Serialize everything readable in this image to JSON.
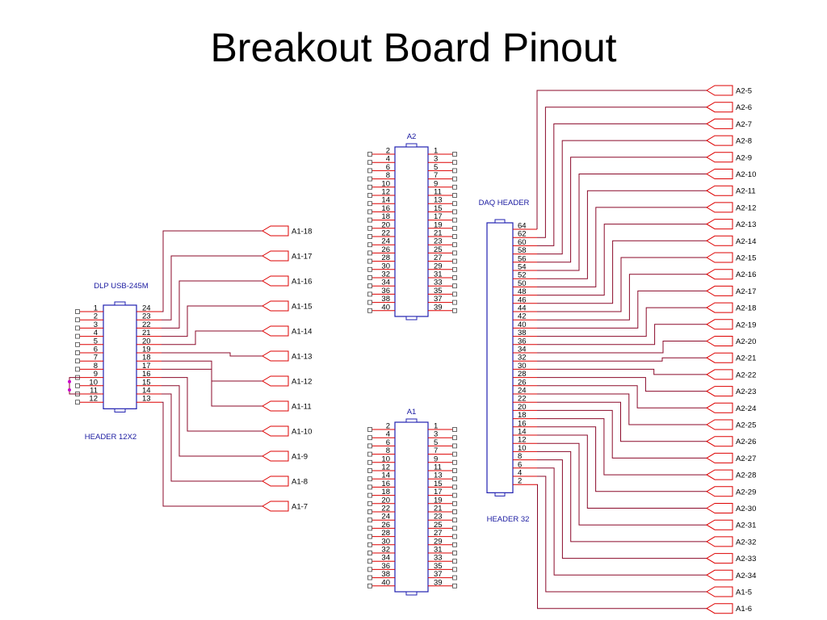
{
  "title": "Breakout Board Pinout",
  "colors": {
    "wire": "#8b0a2a",
    "pin": "#dd0000",
    "body": "#2020b0",
    "text": "#000000",
    "junction": "#cc00cc"
  },
  "header_a2": {
    "name": "A2",
    "left_pins": [
      "2",
      "4",
      "6",
      "8",
      "10",
      "12",
      "14",
      "16",
      "18",
      "20",
      "22",
      "24",
      "26",
      "28",
      "30",
      "32",
      "34",
      "36",
      "38",
      "40"
    ],
    "right_pins": [
      "1",
      "3",
      "5",
      "7",
      "9",
      "11",
      "13",
      "15",
      "17",
      "19",
      "21",
      "23",
      "25",
      "27",
      "29",
      "31",
      "33",
      "35",
      "37",
      "39"
    ]
  },
  "header_a1": {
    "name": "A1",
    "left_pins": [
      "2",
      "4",
      "6",
      "8",
      "10",
      "12",
      "14",
      "16",
      "18",
      "20",
      "22",
      "24",
      "26",
      "28",
      "30",
      "32",
      "34",
      "36",
      "38",
      "40"
    ],
    "right_pins": [
      "1",
      "3",
      "5",
      "7",
      "9",
      "11",
      "13",
      "15",
      "17",
      "19",
      "21",
      "23",
      "25",
      "27",
      "29",
      "31",
      "33",
      "35",
      "37",
      "39"
    ]
  },
  "dlp": {
    "name": "DLP USB-245M",
    "subtitle": "HEADER 12X2",
    "left_pins": [
      "1",
      "2",
      "3",
      "4",
      "5",
      "6",
      "7",
      "8",
      "9",
      "10",
      "11",
      "12"
    ],
    "right_pins": [
      "24",
      "23",
      "22",
      "21",
      "20",
      "19",
      "18",
      "17",
      "16",
      "15",
      "14",
      "13"
    ],
    "ports": [
      "A1-18",
      "A1-17",
      "A1-16",
      "A1-15",
      "A1-14",
      "A1-13",
      "A1-12",
      "A1-11",
      "A1-10",
      "A1-9",
      "A1-8",
      "A1-7"
    ]
  },
  "daq": {
    "name": "DAQ HEADER",
    "subtitle": "HEADER 32",
    "pins": [
      "64",
      "62",
      "60",
      "58",
      "56",
      "54",
      "52",
      "50",
      "48",
      "46",
      "44",
      "42",
      "40",
      "38",
      "36",
      "34",
      "32",
      "30",
      "28",
      "26",
      "24",
      "22",
      "20",
      "18",
      "16",
      "14",
      "12",
      "10",
      "8",
      "6",
      "4",
      "2"
    ],
    "ports": [
      "A2-5",
      "A2-6",
      "A2-7",
      "A2-8",
      "A2-9",
      "A2-10",
      "A2-11",
      "A2-12",
      "A2-13",
      "A2-14",
      "A2-15",
      "A2-16",
      "A2-17",
      "A2-18",
      "A2-19",
      "A2-20",
      "A2-21",
      "A2-22",
      "A2-23",
      "A2-24",
      "A2-25",
      "A2-26",
      "A2-27",
      "A2-28",
      "A2-29",
      "A2-30",
      "A2-31",
      "A2-32",
      "A2-33",
      "A2-34",
      "A1-5",
      "A1-6"
    ]
  }
}
